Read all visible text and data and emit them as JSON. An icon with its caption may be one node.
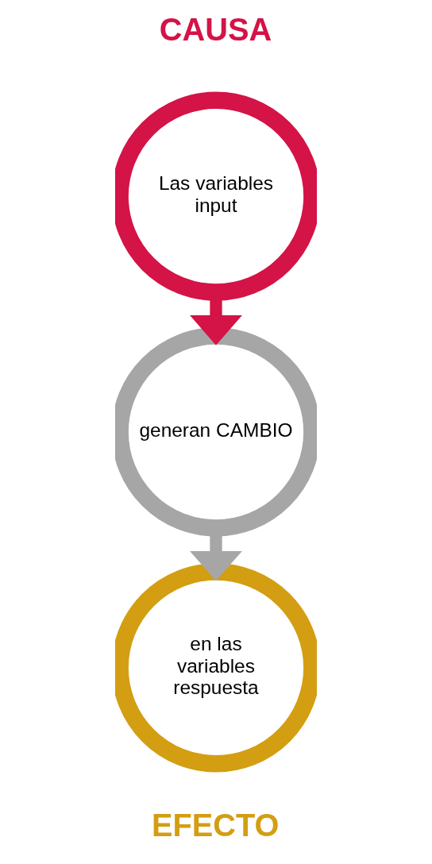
{
  "diagram": {
    "nodes": [
      {
        "text": [
          "Las variables input"
        ],
        "beside": [
          "CAUSA"
        ]
      },
      {
        "text": [
          "generan CAMBIO"
        ]
      },
      {
        "text": [
          "en las variables respuesta"
        ],
        "beside": [
          "EFECTO"
        ]
      }
    ],
    "edges": [
      {
        "from": 0,
        "to": 1,
        "arrow": "to",
        "color": "#d41346"
      },
      {
        "from": 1,
        "to": 2,
        "arrow": "to",
        "color": "#a6a6a6"
      }
    ]
  }
}
